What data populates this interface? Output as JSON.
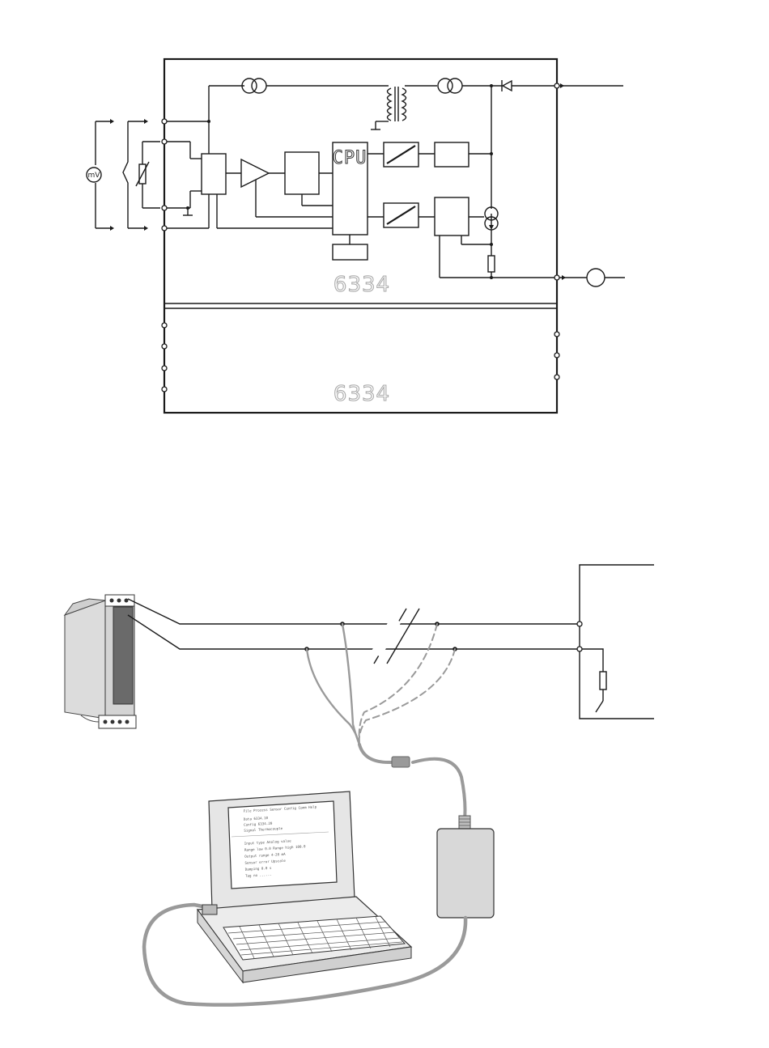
{
  "block_diagram": {
    "cpu_label": "CPU",
    "model_label_upper": "6334",
    "model_label_lower": "6334",
    "mv_symbol": "mV"
  },
  "connection_diagram": {
    "laptop_screen_lines": [
      "File  Process  Sensor  Config  Comm  Help",
      "Data        6334.10",
      "Config      6334.20",
      "Signal      Thermocouple",
      "Input type      Analog value",
      "Range low       0.0     Range high   100.0",
      "Output range    4-20 mA",
      "Sensor error    Upscale",
      "Damping         0.0 s",
      "Tag no          ......"
    ]
  },
  "colors": {
    "line": "#1a1a1a",
    "cable": "#9a9a9a",
    "device_body": "#d9d9d9",
    "device_front": "#6a6a6a",
    "power_supply": "#d8d8d8"
  }
}
